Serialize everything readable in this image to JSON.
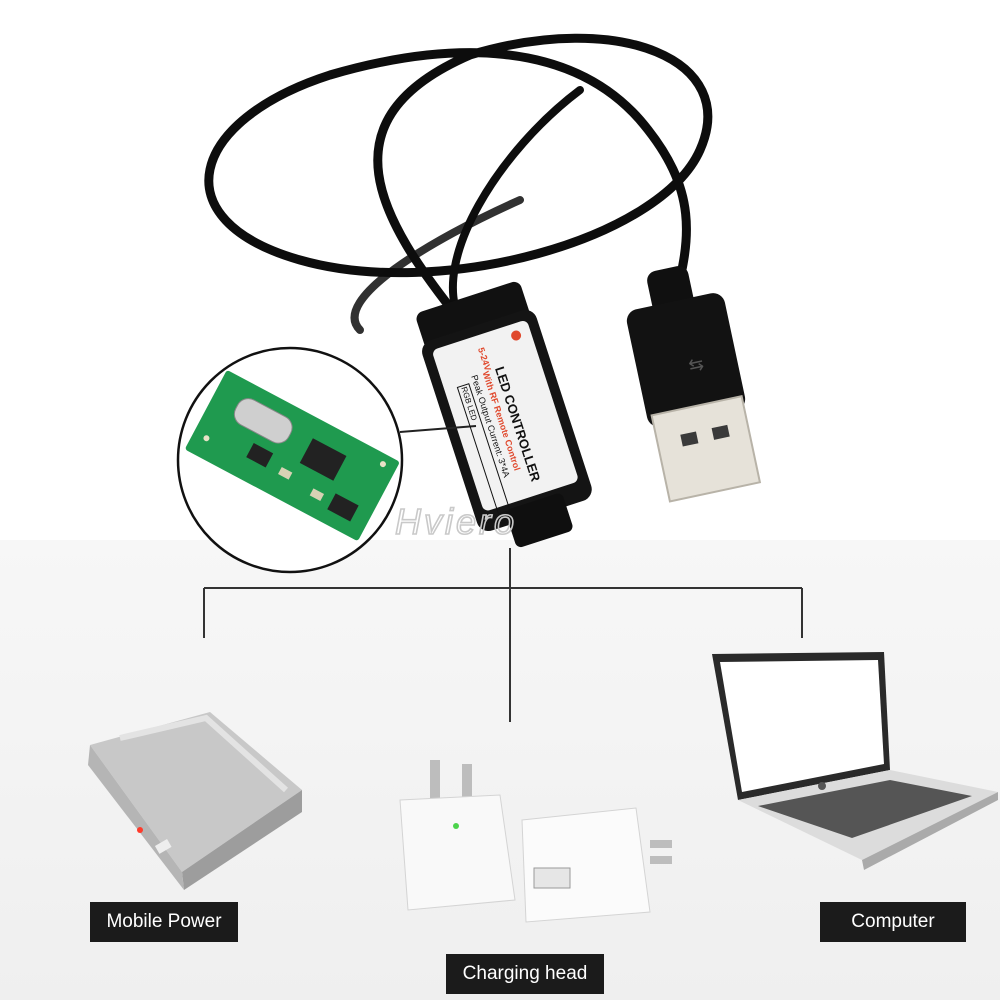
{
  "brand": {
    "watermark": "Hviero"
  },
  "controller": {
    "voltage": "5-24V",
    "title": "LED CONTROLLER",
    "subtitle": "With RF Remote Control",
    "current": "Peak Output Current: 3*4A",
    "type": "RGB LED"
  },
  "devices": {
    "mobile_power": "Mobile Power",
    "charging_head": "Charging head",
    "computer": "Computer"
  },
  "colors": {
    "cable": "#0d0d0d",
    "board": "#1f9a4f",
    "label_bg": "#1b1b1b",
    "controller_label": "#f2f2f2",
    "accent": "#e0482c"
  }
}
